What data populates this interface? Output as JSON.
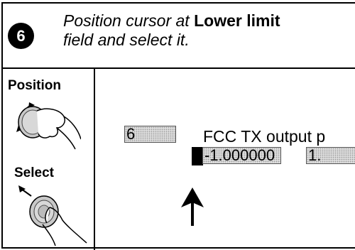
{
  "step": {
    "number": "6"
  },
  "instruction": {
    "line1_prefix": "Position cursor at",
    "field_name": "Lower limit",
    "line2": "field and select it."
  },
  "controls": {
    "position_label": "Position",
    "select_label": "Select"
  },
  "screen": {
    "index_value": "6",
    "row_label": "FCC TX output p",
    "lower_limit_value": "-1.000000",
    "upper_limit_value": "1."
  }
}
